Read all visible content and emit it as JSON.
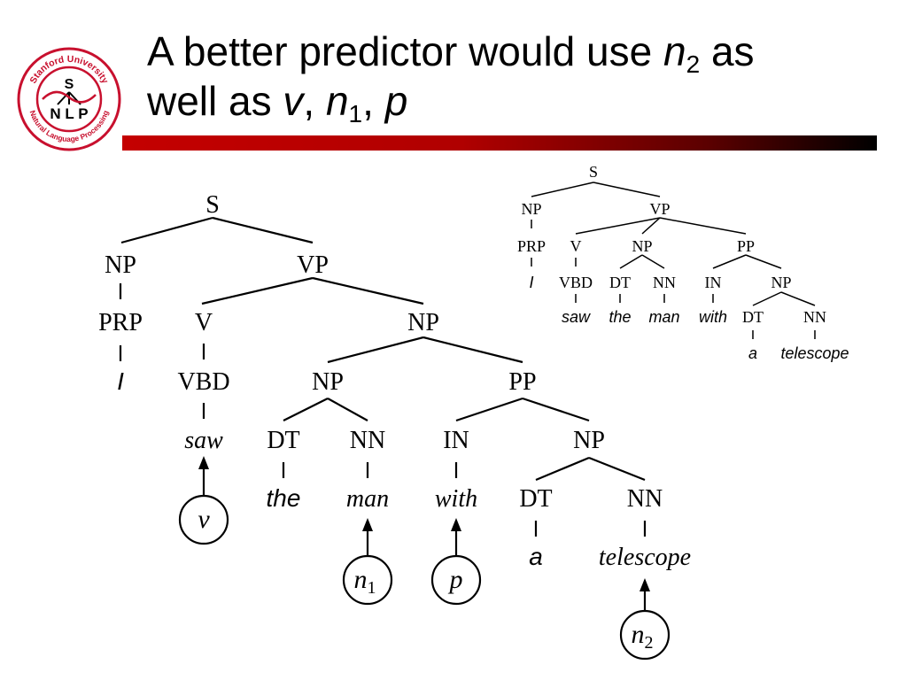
{
  "title": {
    "line1_text": "A better predictor would use ",
    "line1_var": "n",
    "line1_sub": "2",
    "line1_after": " as",
    "line2_text": "well as ",
    "var_v": "v",
    "sep1": ", ",
    "var_n": "n",
    "var_n_sub": "1",
    "sep2": ", ",
    "var_p": "p"
  },
  "logo": {
    "ring_text": "Stanford University",
    "bottom_text": "Natural Language Processing",
    "center_letter": "S",
    "nlp": "N L P"
  },
  "big_tree": {
    "nodes": {
      "s": "S",
      "np_subj": "NP",
      "vp": "VP",
      "prp": "PRP",
      "v": "V",
      "np_obj": "NP",
      "i": "I",
      "vbd": "VBD",
      "np_inner": "NP",
      "pp": "PP",
      "saw": "saw",
      "dt1": "DT",
      "nn1": "NN",
      "in": "IN",
      "np_pp": "NP",
      "the": "the",
      "man": "man",
      "with": "with",
      "dt2": "DT",
      "nn2": "NN",
      "a": "a",
      "telescope": "telescope"
    },
    "circles": {
      "v": {
        "var": "v",
        "sub": ""
      },
      "n1": {
        "var": "n",
        "sub": "1"
      },
      "p": {
        "var": "p",
        "sub": ""
      },
      "n2": {
        "var": "n",
        "sub": "2"
      }
    }
  },
  "small_tree": {
    "nodes": {
      "s": "S",
      "np_subj": "NP",
      "vp": "VP",
      "prp": "PRP",
      "v": "V",
      "np_obj": "NP",
      "pp": "PP",
      "i": "I",
      "vbd": "VBD",
      "dt1": "DT",
      "nn1": "NN",
      "in": "IN",
      "np_pp": "NP",
      "saw": "saw",
      "the": "the",
      "man": "man",
      "with": "with",
      "dt2": "DT",
      "nn2": "NN",
      "a": "a",
      "telescope": "telescope"
    }
  },
  "colors": {
    "logo_red": "#c8102e",
    "rule_start": "#c40000",
    "rule_end": "#000000"
  }
}
